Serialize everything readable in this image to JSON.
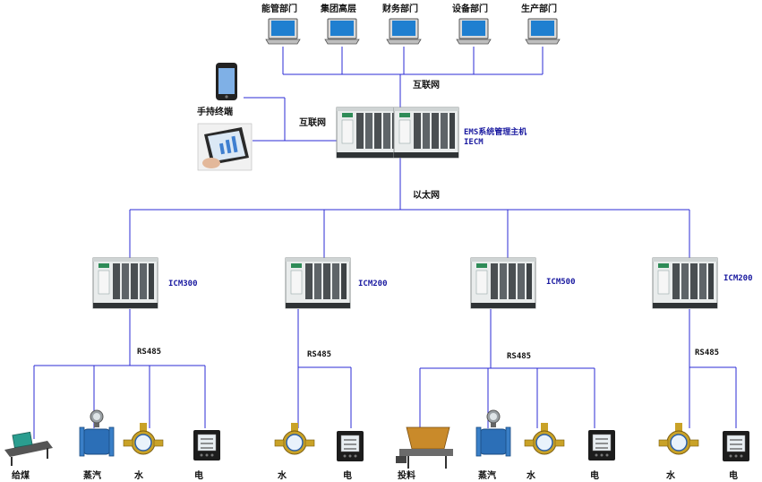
{
  "departments": [
    "能管部门",
    "集团高层",
    "财务部门",
    "设备部门",
    "生产部门"
  ],
  "links": {
    "internet_top": "互联网",
    "internet_side": "互联网",
    "ethernet": "以太网"
  },
  "handheld": {
    "label": "手持终端"
  },
  "host": {
    "title": "EMS系统管理主机",
    "model": "IECM"
  },
  "controllers": [
    {
      "name": "ICM300",
      "bus": "RS485"
    },
    {
      "name": "ICM200",
      "bus": "RS485"
    },
    {
      "name": "ICM500",
      "bus": "RS485"
    },
    {
      "name": "ICM200",
      "bus": "RS485"
    }
  ],
  "devices": [
    [
      "给煤",
      "蒸汽",
      "水",
      "电"
    ],
    [
      "水",
      "电"
    ],
    [
      "投料",
      "蒸汽",
      "水",
      "电"
    ],
    [
      "水",
      "电"
    ]
  ],
  "colors": {
    "line": "#2b2bd6",
    "label_blue": "#1a1aa0",
    "chassis": "#e9ecec",
    "module_green": "#2e8b57"
  },
  "icons": {
    "department": "laptop-icon",
    "handheld_phone": "smartphone-icon",
    "handheld_tablet": "tablet-icon",
    "controller": "rack-controller-icon",
    "feeder": "coal-feeder-icon",
    "steam": "flowmeter-icon",
    "water": "water-meter-icon",
    "power": "power-meter-icon"
  }
}
